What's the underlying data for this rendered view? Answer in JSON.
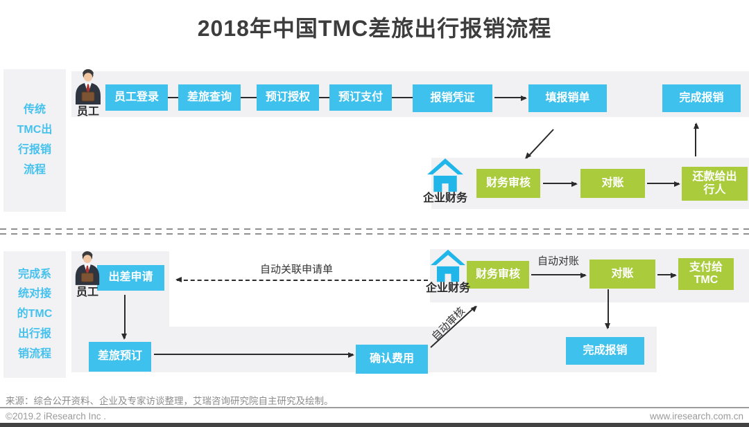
{
  "title": "2018年中国TMC差旅出行报销流程",
  "colors": {
    "node_blue": "#3fc1ee",
    "node_green": "#a9cb3c",
    "sidebar_text": "#45c1ee",
    "arrow": "#2b2b2b"
  },
  "actors": {
    "employee": "员工",
    "finance": "企业财务"
  },
  "traditional": {
    "sidebar_label": "传统\nTMC出\n行报销\n流程",
    "employee_steps": [
      "员工登录",
      "差旅查询",
      "预订授权",
      "预订支付",
      "报销凭证",
      "填报销单",
      "完成报销"
    ],
    "finance_steps": [
      "财务审核",
      "对账",
      "还款给出\n行人"
    ]
  },
  "integrated": {
    "sidebar_label": "完成系\n统对接\n的TMC\n出行报\n销流程",
    "steps": {
      "apply": "出差申请",
      "book": "差旅预订",
      "confirm": "确认费用",
      "finish": "完成报销",
      "audit": "财务审核",
      "reconcile": "对账",
      "pay": "支付给\nTMC"
    },
    "arrow_labels": {
      "auto_link": "自动关联申请单",
      "auto_reconcile": "自动对账",
      "auto_audit": "自动审核"
    }
  },
  "footer": {
    "source": "来源：综合公开资料、企业及专家访谈整理，艾瑞咨询研究院自主研究及绘制。",
    "copyright": "©2019.2 iResearch Inc .",
    "website": "www.iresearch.com.cn"
  }
}
